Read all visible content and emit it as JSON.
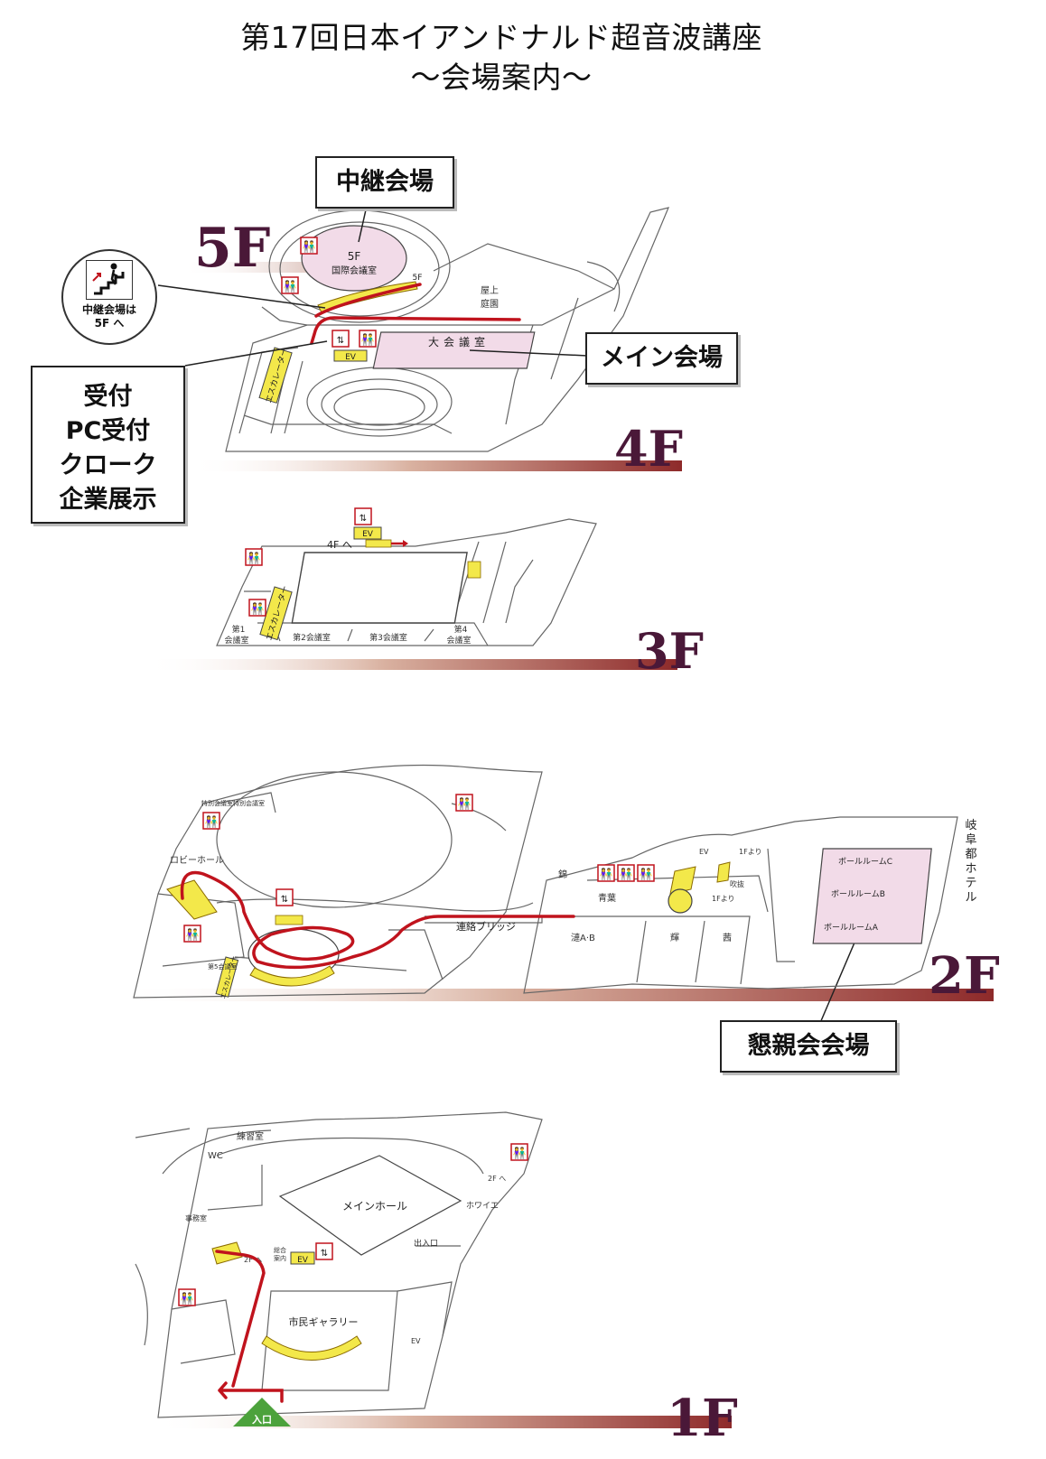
{
  "title": {
    "line1": "第17回日本イアンドナルド超音波講座",
    "line2": "〜会場案内〜"
  },
  "callouts": {
    "relay_venue": "中継会場",
    "main_venue": "メイン会場",
    "party_venue": "懇親会会場",
    "reception": [
      "受付",
      "PC受付",
      "クローク",
      "企業展示"
    ],
    "stairs_note": [
      "中継会場は",
      "5F へ"
    ]
  },
  "floors": {
    "f5": {
      "label": "5F",
      "rooms": {
        "floor_tag": "5F",
        "intl_room": "国際会議室",
        "stair_tag": "5F",
        "roof": [
          "屋上",
          "庭園"
        ]
      }
    },
    "f4": {
      "label": "4F",
      "rooms": {
        "main_hall": "大会議室",
        "ev": "EV",
        "escalator": "エスカレーター"
      }
    },
    "f3": {
      "label": "3F",
      "rooms": {
        "to4f": "4F へ",
        "ev": "EV",
        "escalator": "エスカレーター",
        "conf1": [
          "第1",
          "会議室"
        ],
        "conf2": "第2会議室",
        "conf3": "第3会議室",
        "conf4": [
          "第4",
          "会議室"
        ]
      }
    },
    "f2": {
      "label": "2F",
      "rooms": {
        "lobby": "ロビーホール",
        "special1": "特別会議室",
        "special2": "特別会議室",
        "conf5": "第5会議室",
        "escalator": "エスカレーター",
        "bridge": "連絡ブリッジ",
        "nishiki": "錦",
        "aoba": "青葉",
        "ren": "漣A·B",
        "kagayaki": "輝",
        "akane": "茜",
        "fukinuke": "吹抜",
        "from1f_a": "1Fより",
        "from1f_b": "1Fより",
        "ballroom_c": "ボールルームC",
        "ballroom_b": "ボールルームB",
        "ballroom_a": "ボールルームA",
        "hotel": [
          "岐",
          "阜",
          "都",
          "ホ",
          "テ",
          "ル"
        ],
        "ev": "EV"
      }
    },
    "f1": {
      "label": "1F",
      "rooms": {
        "practice": "練習室",
        "wc": "WC",
        "office": "事務室",
        "main_hall": "メインホール",
        "foyer": "ホワイエ",
        "to2f": "2F へ",
        "to2f_b": "2F へ",
        "info": [
          "総合",
          "案内"
        ],
        "ev": "EV",
        "gallery": "市民ギャラリー",
        "doorway": "出入口",
        "entrance": "入口",
        "ev2": "EV"
      }
    }
  },
  "colors": {
    "route": "#c0131d",
    "room_highlight": "#f2dbe8",
    "escalator": "#f3e84a",
    "floor_label": "#4a1838",
    "entrance": "#4ca23c"
  }
}
